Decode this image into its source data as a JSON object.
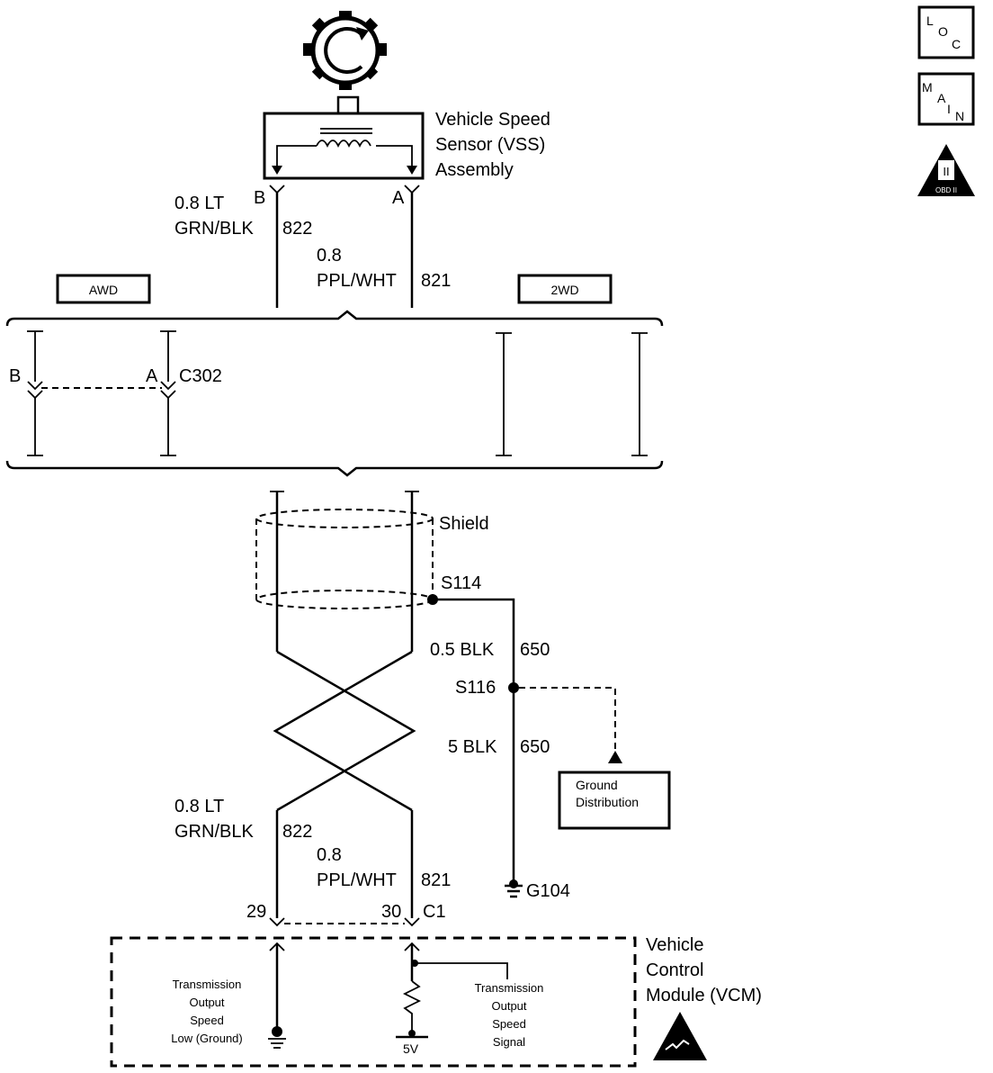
{
  "vss": {
    "line1": "Vehicle Speed",
    "line2": "Sensor (VSS)",
    "line3": "Assembly",
    "pin_b": "B",
    "pin_a": "A"
  },
  "wire_822_top": {
    "size": "0.8 LT",
    "color": "GRN/BLK",
    "circuit": "822"
  },
  "wire_821_top": {
    "size": "0.8",
    "color": "PPL/WHT",
    "circuit": "821"
  },
  "option_boxes": {
    "awd": "AWD",
    "twowd": "2WD"
  },
  "c302": {
    "pin_b": "B",
    "pin_a": "A",
    "name": "C302"
  },
  "shield": {
    "label": "Shield"
  },
  "splice_s114": "S114",
  "wire_650_a": {
    "size": "0.5 BLK",
    "circuit": "650"
  },
  "splice_s116": "S116",
  "wire_650_b": {
    "size": "5 BLK",
    "circuit": "650"
  },
  "ground_distribution": {
    "line1": "Ground",
    "line2": "Distribution"
  },
  "ground_g104": "G104",
  "wire_822_bottom": {
    "size": "0.8 LT",
    "color": "GRN/BLK",
    "circuit": "822"
  },
  "wire_821_bottom": {
    "size": "0.8",
    "color": "PPL/WHT",
    "circuit": "821"
  },
  "vcm_connector": {
    "pin_29": "29",
    "pin_30": "30",
    "name": "C1"
  },
  "vcm": {
    "line1": "Vehicle",
    "line2": "Control",
    "line3": "Module (VCM)",
    "low_label": [
      "Transmission",
      "Output",
      "Speed",
      "Low (Ground)"
    ],
    "signal_label": [
      "Transmission",
      "Output",
      "Speed",
      "Signal"
    ],
    "voltage": "5V"
  },
  "side_icons": {
    "loc": {
      "l": "L",
      "o": "O",
      "c": "C"
    },
    "main": {
      "m": "M",
      "a": "A",
      "i": "I",
      "n": "N"
    },
    "obd": {
      "roman": "II",
      "text": "OBD II"
    }
  }
}
